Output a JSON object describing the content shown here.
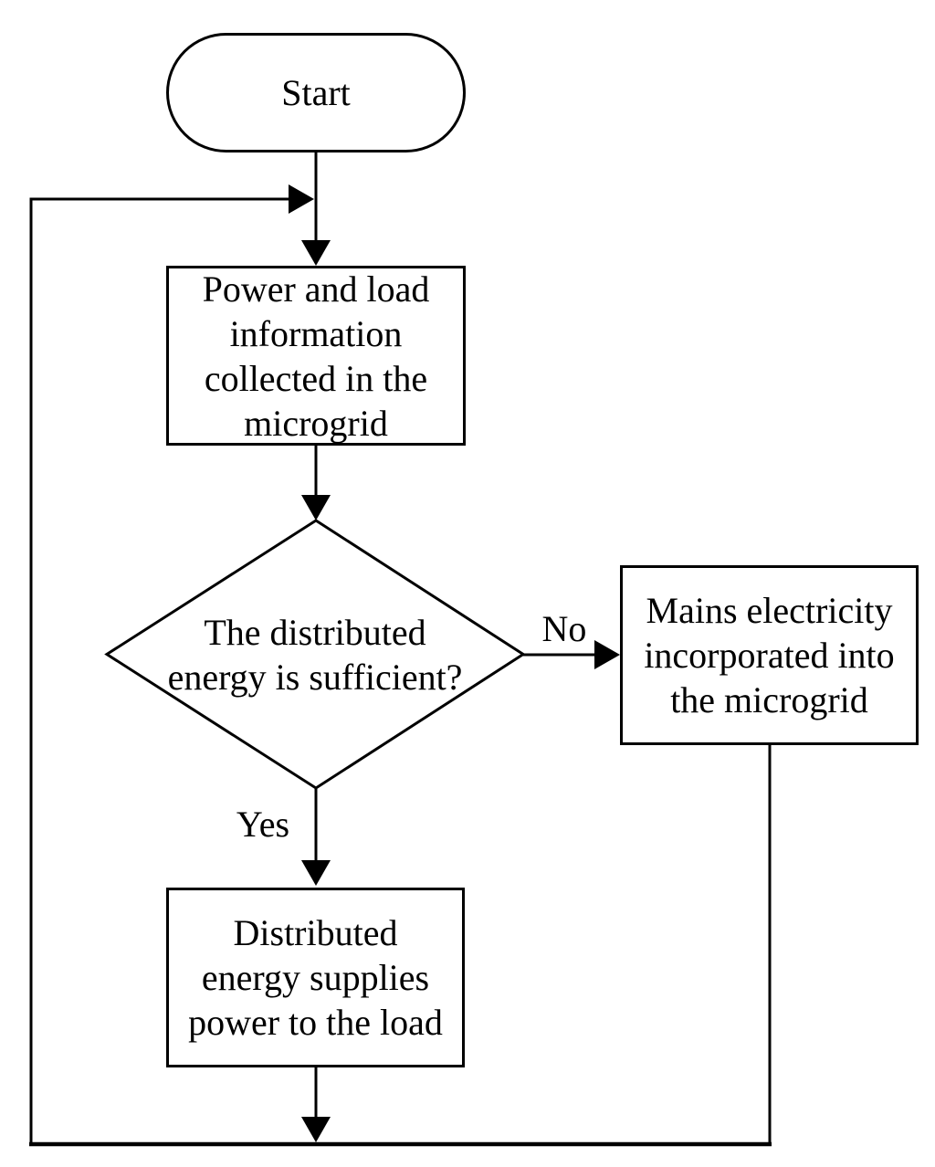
{
  "colors": {
    "stroke": "#000000",
    "background": "#ffffff",
    "text": "#000000"
  },
  "nodes": {
    "start": {
      "label": "Start"
    },
    "collect": {
      "lines": [
        "Power and load",
        "information",
        "collected in the",
        "microgrid"
      ]
    },
    "decision": {
      "lines": [
        "The distributed",
        "energy is sufficient?"
      ]
    },
    "mains": {
      "lines": [
        "Mains electricity",
        "incorporated into",
        "the microgrid"
      ]
    },
    "supply": {
      "lines": [
        "Distributed",
        "energy supplies",
        "power to the load"
      ]
    }
  },
  "edges": {
    "no_label": "No",
    "yes_label": "Yes"
  }
}
